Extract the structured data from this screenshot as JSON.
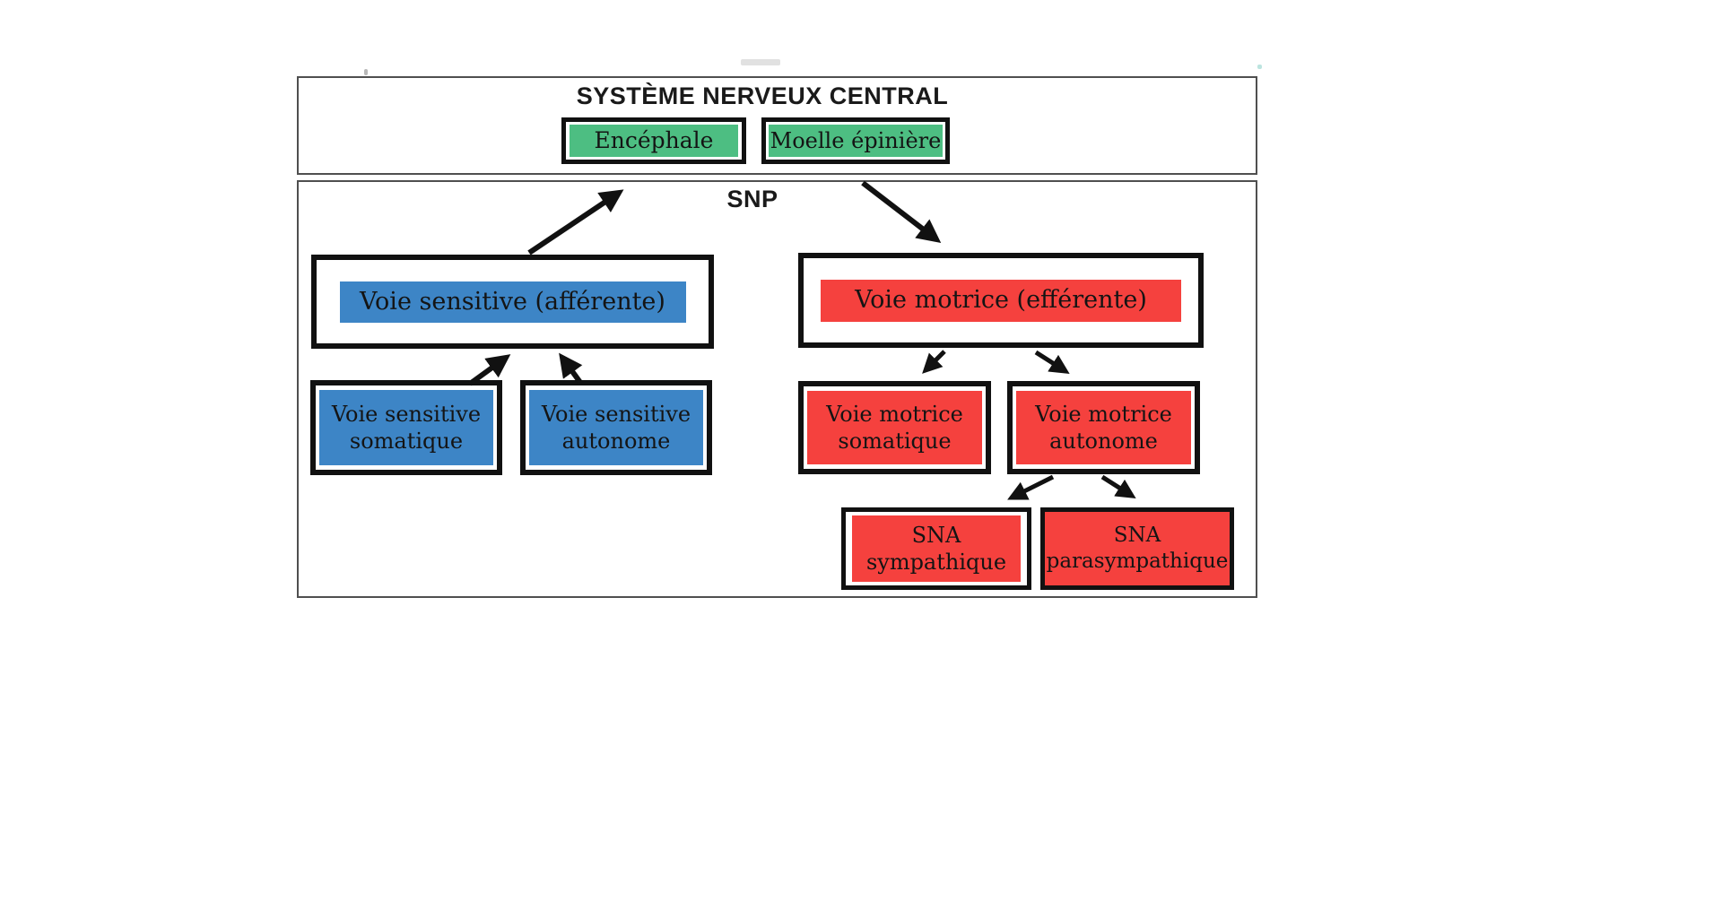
{
  "colors": {
    "green": "#4dbe82",
    "blue": "#3d85c6",
    "red": "#f5413e",
    "box_border": "#111111",
    "container_border": "#4f4f4f"
  },
  "snc": {
    "title": "SYSTÈME NERVEUX CENTRAL",
    "encephale": "Encéphale",
    "moelle_epiniere": "Moelle épinière"
  },
  "snp": {
    "label": "SNP",
    "voie_sensitive": "Voie sensitive (afférente)",
    "voie_sensitive_somatique": "Voie sensitive somatique",
    "voie_sensitive_autonome": "Voie sensitive autonome",
    "voie_motrice": "Voie motrice (efférente)",
    "voie_motrice_somatique": "Voie motrice somatique",
    "voie_motrice_autonome": "Voie motrice autonome",
    "sna_sympathique": "SNA sympathique",
    "sna_parasympathique": "SNA parasympathique"
  }
}
